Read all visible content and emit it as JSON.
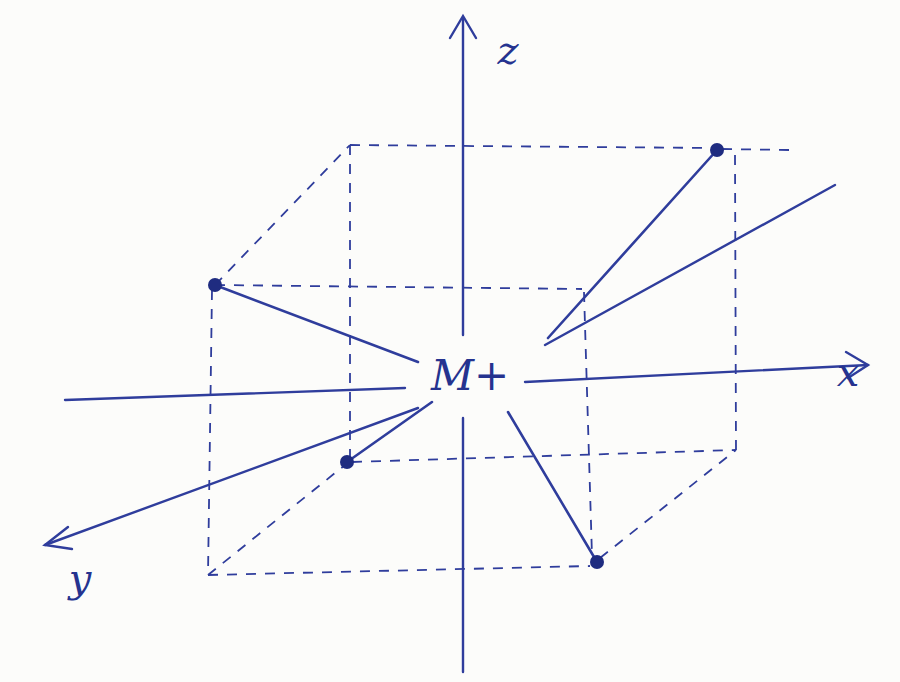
{
  "diagram": {
    "labels": [
      "z",
      "x",
      "y",
      "M+"
    ]
  }
}
